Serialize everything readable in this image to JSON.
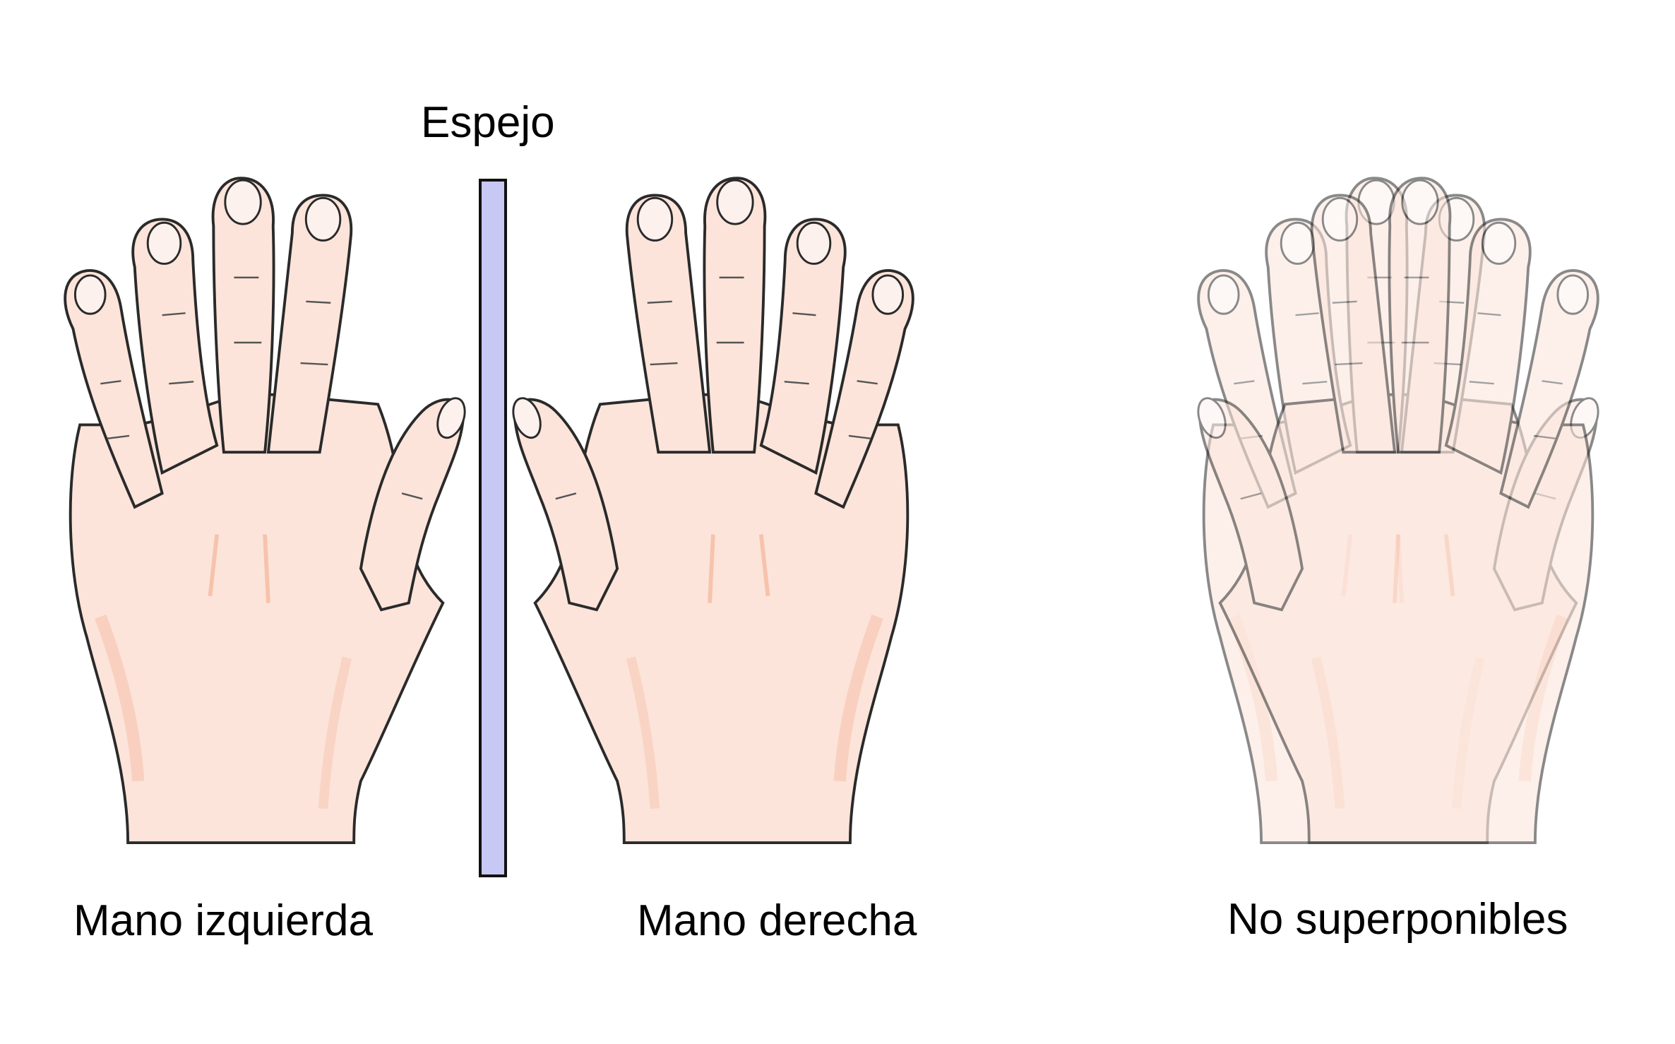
{
  "labels": {
    "mirror": "Espejo",
    "left_hand": "Mano izquierda",
    "right_hand": "Mano derecha",
    "superposition": "No superponibles"
  },
  "colors": {
    "skin": "#fce4da",
    "skin_shadow": "#f6c3ad",
    "nail": "#fdf1ee",
    "outline": "#2a2a2a",
    "mirror_fill": "#c8c8f5",
    "mirror_stroke": "#111111"
  }
}
